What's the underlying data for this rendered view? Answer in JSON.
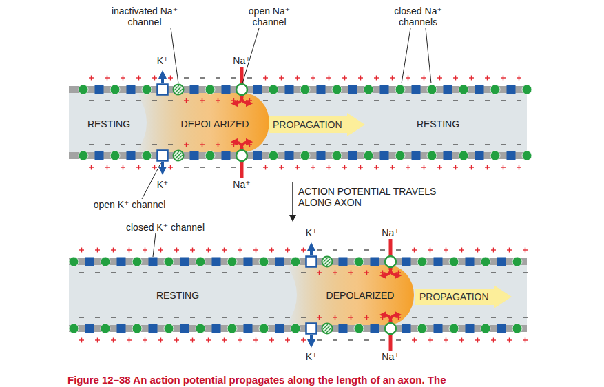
{
  "diagram": {
    "caption": "Figure 12–38 An action potential propagates along the length of an axon. The",
    "nodes": [
      {
        "text": [
          "PROPAGATION"
        ]
      },
      {
        "text": [
          "PROPAGATION"
        ]
      }
    ],
    "labels": [
      "inactivated Na⁺ channel",
      "open Na⁺ channel",
      "closed Na⁺ channels",
      "K⁺",
      "Na⁺",
      "RESTING",
      "DEPOLARIZED",
      "RESTING",
      "K⁺",
      "Na⁺",
      "open K⁺ channel",
      "ACTION POTENTIAL TRAVELS ALONG AXON",
      "closed K⁺ channel",
      "K⁺",
      "Na⁺",
      "RESTING",
      "DEPOLARIZED",
      "K⁺",
      "Na⁺"
    ]
  }
}
